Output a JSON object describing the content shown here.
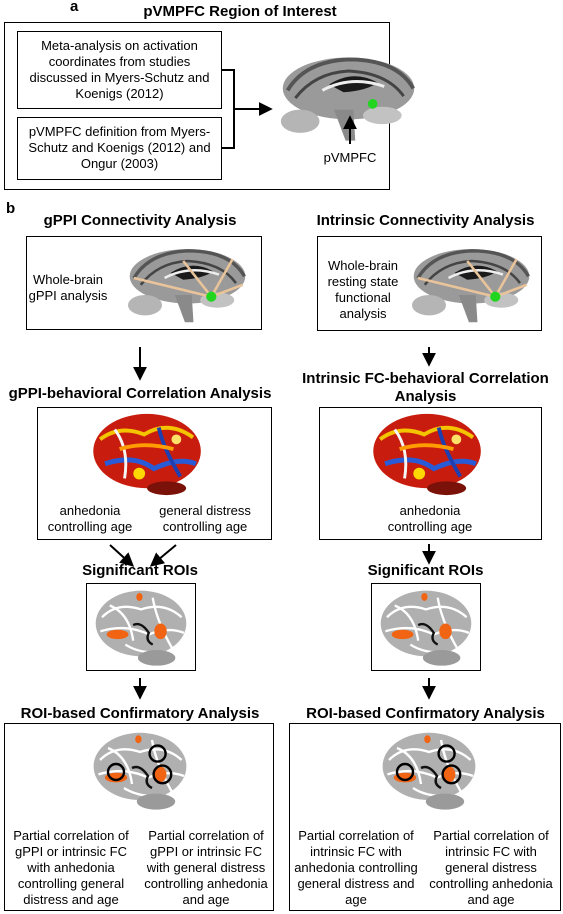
{
  "panel_a": {
    "letter": "a",
    "title": "pVMPFC Region of Interest",
    "box1": "Meta-analysis on activation coordinates from studies discussed in Myers-Schutz and Koenigs (2012)",
    "box2": "pVMPFC definition from Myers-Schutz and Koenigs (2012) and Ongur (2003)",
    "roi_label": "pVMPFC"
  },
  "panel_b": {
    "letter": "b",
    "left": {
      "title": "gPPI Connectivity Analysis",
      "analysis_text": "Whole-brain gPPI analysis",
      "corr_title": "gPPI-behavioral Correlation Analysis",
      "corr_out1": "anhedonia controlling age",
      "corr_out2": "general distress controlling age",
      "sig_title": "Significant ROIs",
      "confirm_title": "ROI-based Confirmatory Analysis",
      "confirm_out1": "Partial correlation of gPPI or intrinsic FC with anhedonia controlling general distress and age",
      "confirm_out2": "Partial correlation of gPPI or intrinsic FC with general distress controlling anhedonia and age"
    },
    "right": {
      "title": "Intrinsic Connectivity Analysis",
      "analysis_text": "Whole-brain resting state functional analysis",
      "corr_title": "Intrinsic FC-behavioral Correlation Analysis",
      "corr_out1": "anhedonia controlling age",
      "sig_title": "Significant ROIs",
      "confirm_title": "ROI-based Confirmatory Analysis",
      "confirm_out1": "Partial correlation of intrinsic FC with anhedonia controlling general distress and age",
      "confirm_out2": "Partial correlation of intrinsic FC with general distress controlling anhedonia and age"
    }
  }
}
